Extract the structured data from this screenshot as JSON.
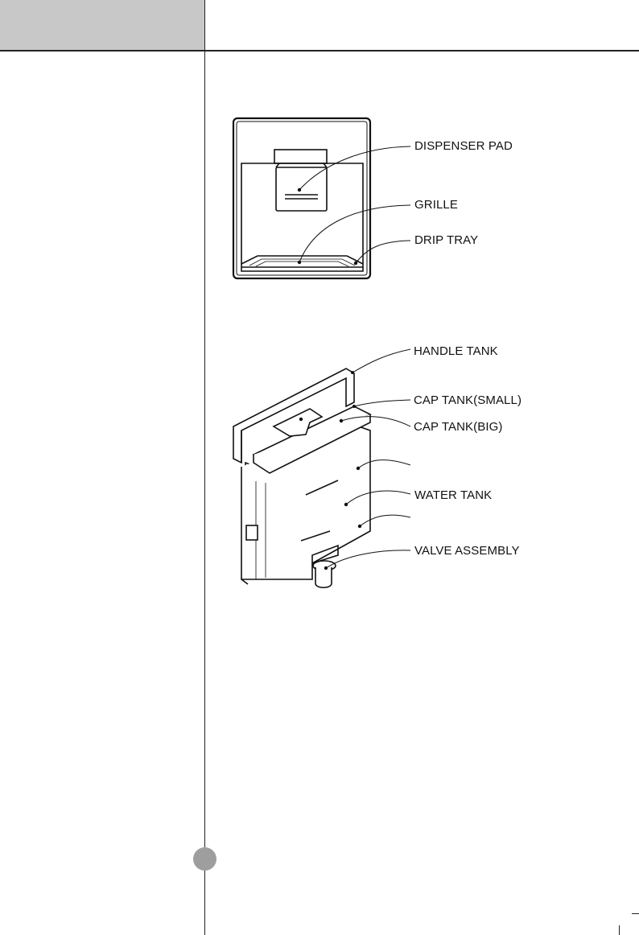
{
  "figure1": {
    "labels": {
      "dispenser_pad": "DISPENSER PAD",
      "grille": "GRILLE",
      "drip_tray": "DRIP TRAY"
    }
  },
  "figure2": {
    "labels": {
      "handle_tank": "HANDLE TANK",
      "cap_tank_small": "CAP TANK(SMALL)",
      "cap_tank_big": "CAP TANK(BIG)",
      "water_tank": "WATER TANK",
      "valve_assembly": "VALVE ASSEMBLY"
    }
  },
  "colors": {
    "header_gray": "#c8c8c8",
    "page_dot": "#9e9e9e"
  }
}
